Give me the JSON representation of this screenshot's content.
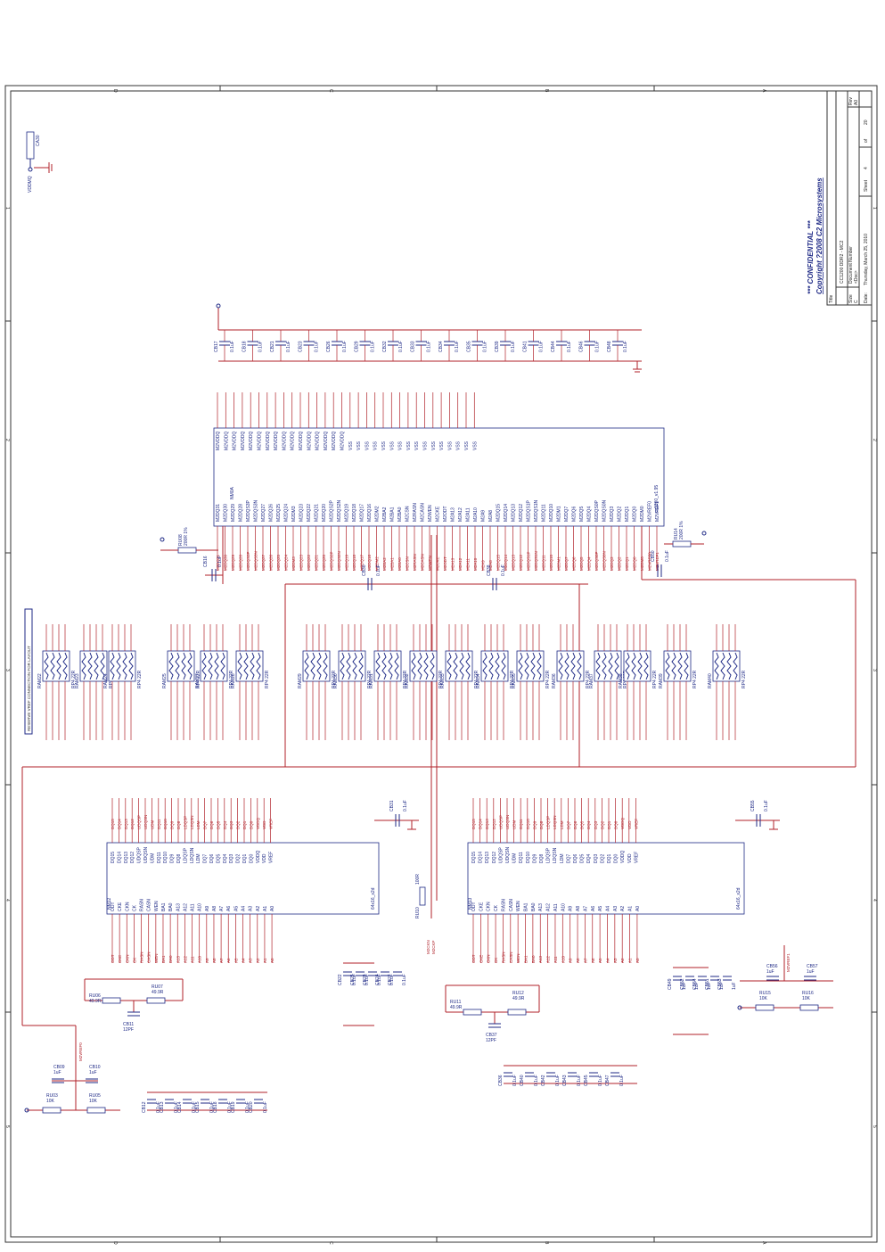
{
  "titleblock": {
    "confidential": "*** CONFIDENTIAL ***",
    "copyright": "Copyright ?2008 C2 Microsystems",
    "title_label": "Title",
    "title_value": "CC1200 DDR2 - MC2",
    "size_label": "Size",
    "size_value": "C",
    "docnum_label": "Document Number",
    "docnum_value": "<Doc>",
    "rev_label": "Rev",
    "rev_value": "A0",
    "date_label": "Date:",
    "date_value": "Thursday, March 25, 2010",
    "sheet_label": "Sheet",
    "sheet_value": "4",
    "of_label": "of",
    "of_value": "20"
  },
  "power": {
    "vddmq": "VDDMQ",
    "cap_vddmq": "CA30"
  },
  "main_ic": {
    "ref": "NM0A",
    "part": "cc1200_v1.95",
    "left_pins": [
      "M2VDDQ",
      "M2VDDQ",
      "M2VDDQ",
      "M2VDDQ",
      "M2VDDQ",
      "M2VDDQ",
      "M2VDDQ",
      "M2VDDQ",
      "M2VDDQ",
      "M2VDDQ",
      "M2VDDQ",
      "M2VDDQ",
      "M2VDDQ",
      "M2VDDQ",
      "M2VDDQ",
      "M2VDDQ",
      "VSS",
      "VSS",
      "VSS",
      "VSS",
      "VSS",
      "VSS",
      "VSS",
      "VSS",
      "VSS",
      "VSS",
      "VSS",
      "VSS",
      "VSS",
      "VSS",
      "VSS",
      "VSS"
    ],
    "right_pins": [
      "M2DQ31",
      "M2DQ30",
      "M2DQ29",
      "M2DQ28",
      "M2DQS3P",
      "M2DQS3N",
      "M2DQ27",
      "M2DQ26",
      "M2DQ25",
      "M2DQ24",
      "M2DM3",
      "M2DQ23",
      "M2DQ22",
      "M2DQ21",
      "M2DQ20",
      "M2DQS2P",
      "M2DQS2N",
      "M2DQ19",
      "M2DQ18",
      "M2DQ17",
      "M2DQ16",
      "M2DM2",
      "M2BA2",
      "M2BA1",
      "M2BA0",
      "M2CSN",
      "M2RASN",
      "M2CASN",
      "M2WEN",
      "M2CKE",
      "M2ODT",
      "M2A13",
      "M2A12",
      "M2A11",
      "M2A10",
      "M2A9",
      "M2A8",
      "M2DQ15",
      "M2DQ14",
      "M2DQ13",
      "M2DQ12",
      "M2DQS1P",
      "M2DQS1N",
      "M2DQ11",
      "M2DQ10",
      "M2DM1",
      "M2DQ7",
      "M2DQ6",
      "M2DQ5",
      "M2DQ4",
      "M2DQS0P",
      "M2DQS0N",
      "M2DQ3",
      "M2DQ2",
      "M2DQ1",
      "M2DQ0",
      "M2DM0",
      "M2VREF0",
      "M2VREF1"
    ]
  },
  "decoupling_top": {
    "refs": [
      "CB17",
      "CB18",
      "CB21",
      "CB23",
      "CB26",
      "CB29",
      "CB32",
      "CB33",
      "CB34",
      "CB35",
      "CB39",
      "CB41",
      "CB44",
      "CB46",
      "CB48"
    ],
    "value": "0.1uF"
  },
  "resistor_arrays": {
    "refs": [
      "RAM22",
      "RAM23",
      "RAM24",
      "RAM25",
      "RAM27",
      "RAM28",
      "RAM29",
      "RAM30",
      "RAM31",
      "RAM32",
      "RAM33",
      "RAM34",
      "RAM35",
      "RAM36",
      "RAM37",
      "RAM38",
      "RAM39",
      "RAM40"
    ],
    "value": "RP4 22R"
  },
  "memory_ics": [
    {
      "ref": "NM12",
      "part": "64x16_x2d",
      "left_pins": [
        "ODT",
        "CKE",
        "CKN",
        "CK",
        "RASN",
        "CASN",
        "WEN",
        "BA1",
        "BA0",
        "A13",
        "A12",
        "A11",
        "A10",
        "A9",
        "A8",
        "A7",
        "A6",
        "A5",
        "A4",
        "A3",
        "A2",
        "A1",
        "A0"
      ],
      "right_pins": [
        "DQ15",
        "DQ14",
        "DQ13",
        "DQ12",
        "UDQSP",
        "UDQSN",
        "UDM",
        "DQ11",
        "DQ10",
        "DQ9",
        "DQ8",
        "LDQSP",
        "LDQSN",
        "LDM",
        "DQ7",
        "DQ6",
        "DQ5",
        "DQ4",
        "DQ3",
        "DQ2",
        "DQ1",
        "DQ0",
        "VDDQ",
        "VDD",
        "VREF"
      ]
    },
    {
      "ref": "NM13",
      "part": "64x16_x2d",
      "left_pins": [
        "ODT",
        "CKE",
        "CKN",
        "CK",
        "RASN",
        "CASN",
        "WEN",
        "BA1",
        "BA0",
        "A13",
        "A12",
        "A11",
        "A10",
        "A9",
        "A8",
        "A7",
        "A6",
        "A5",
        "A4",
        "A3",
        "A2",
        "A1",
        "A0"
      ],
      "right_pins": [
        "DQ15",
        "DQ14",
        "DQ13",
        "DQ12",
        "UDQSP",
        "UDQSN",
        "UDM",
        "DQ11",
        "DQ10",
        "DQ9",
        "DQ8",
        "LDQSP",
        "LDQSN",
        "LDM",
        "DQ7",
        "DQ6",
        "DQ5",
        "DQ4",
        "DQ3",
        "DQ2",
        "DQ1",
        "DQ0",
        "VDDQ",
        "VDD",
        "VREF"
      ]
    }
  ],
  "misc_parts": {
    "ru08": "RU08",
    "ru08_val": "200R 1%",
    "ru14": "RU14",
    "ru14_val": "200R 1%",
    "cb16": "CB16",
    "cb16_val": "0.1uF",
    "cb30": "CB30",
    "cb30_val": "0.1uF",
    "cb38": "CB38",
    "cb38_val": "0.1uF",
    "cb50": "CB50",
    "cb50_val": "0.1uF",
    "cb31": "CB31",
    "cb31_val": "0.1uF",
    "cb55": "CB55",
    "cb55_val": "0.1uF",
    "ru06": "RU06",
    "ru06_val": "49.9R",
    "ru07": "RU07",
    "ru07_val": "49.9R",
    "cb11": "CB11",
    "cb11_val": "12PF",
    "ru11": "RU11",
    "ru11_val": "49.9R",
    "ru12": "RU12",
    "ru12_val": "49.9R",
    "cb37": "CB37",
    "cb37_val": "12PF",
    "ru10": "RU10",
    "ru10_val": "100R",
    "ru03": "RU03",
    "ru03_val": "10K",
    "ru05": "RU05",
    "ru05_val": "10K",
    "cb09": "CB09",
    "cb09_val": "1uF",
    "cb10": "CB10",
    "cb10_val": "1uF",
    "ru15": "RU15",
    "ru15_val": "10K",
    "ru16": "RU16",
    "ru16_val": "10K",
    "cb56": "CB56",
    "cb56_val": "1uF",
    "cb57": "CB57",
    "cb57_val": "1uF",
    "m2vref0": "M2VREF0",
    "m2vref1": "M2VREF1",
    "m2ckn": "M2CKN",
    "m2ckp": "M2CKP"
  },
  "decoupling_bottom": {
    "group1": [
      "CB12",
      "CB13",
      "CB14",
      "CB15",
      "CB18",
      "CB19",
      "CB20"
    ],
    "group2": [
      "CB36",
      "CB40",
      "CB42",
      "CB43",
      "CB45",
      "CB47"
    ],
    "group3": [
      "CB22",
      "CB25",
      "CB28",
      "CB24",
      "CB27"
    ],
    "group4": [
      "CB49",
      "CB52",
      "CB54",
      "CB51",
      "CB53"
    ],
    "val_01": "0.1uF",
    "val_1": "1uF"
  },
  "ruler": {
    "letters": [
      "D",
      "C",
      "B",
      "A"
    ],
    "numbers": [
      "1",
      "2",
      "3",
      "4",
      "5"
    ]
  },
  "note_box": "RESERVE VREF CONNECTION FOR LAYOUT"
}
